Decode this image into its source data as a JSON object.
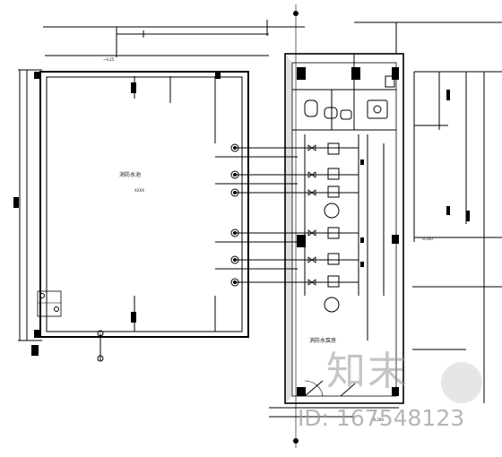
{
  "watermark": {
    "brand": "知末",
    "id_text": "ID: 167548123"
  },
  "labels": {
    "pool_room": "消防水池",
    "pump_room": "消防水泵房",
    "pool_note": "XXXX",
    "dim_top": "~4.25",
    "dim_right": "-0.200",
    "dim_bottom": "-0.200"
  },
  "pump_rows": 6
}
